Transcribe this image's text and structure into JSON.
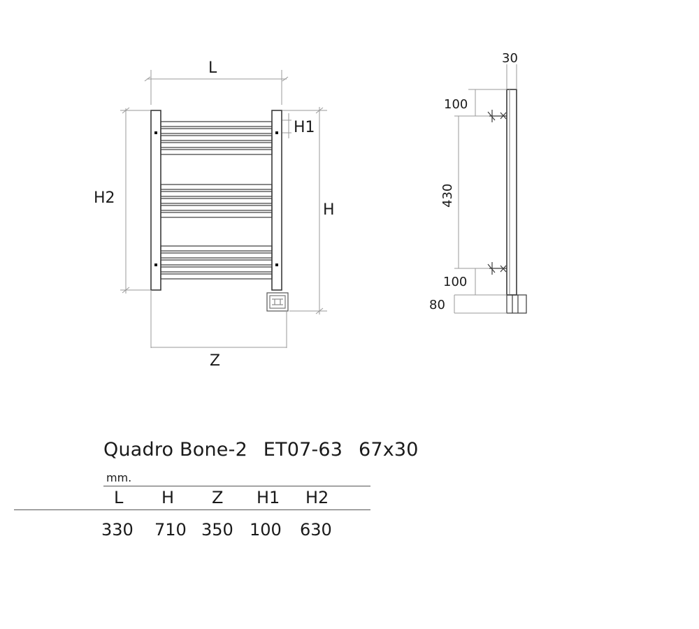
{
  "front_view": {
    "label_L": "L",
    "label_H": "H",
    "label_H1": "H1",
    "label_H2": "H2",
    "label_Z": "Z"
  },
  "side_view": {
    "label_depth": "30",
    "label_top_offset": "100",
    "label_center": "430",
    "label_bottom_offset": "100",
    "label_base": "80"
  },
  "product": {
    "name": "Quadro Bone-2",
    "code": "ET07-63",
    "size": "67x30"
  },
  "specs": {
    "unit": "mm.",
    "headers": [
      "L",
      "H",
      "Z",
      "H1",
      "H2"
    ],
    "values": [
      "330",
      "710",
      "350",
      "100",
      "630"
    ]
  }
}
